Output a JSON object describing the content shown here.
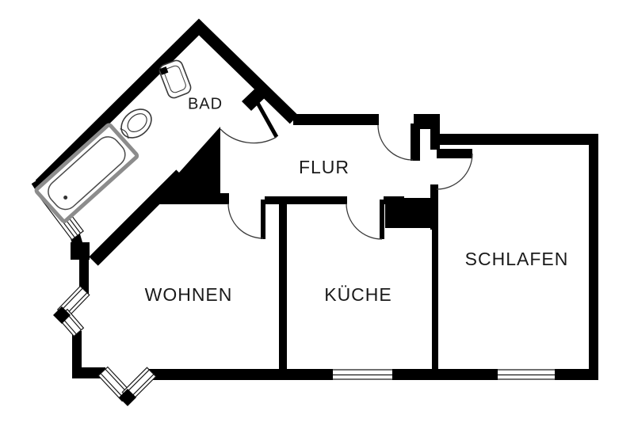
{
  "title": "Apartment floor plan",
  "rooms": [
    {
      "id": "bad",
      "label": "BAD"
    },
    {
      "id": "flur",
      "label": "FLUR"
    },
    {
      "id": "wohnen",
      "label": "WOHNEN"
    },
    {
      "id": "kueche",
      "label": "KÜCHE"
    },
    {
      "id": "schlafen",
      "label": "SCHLAFEN"
    }
  ],
  "fixtures": [
    {
      "id": "bathtub",
      "name": "bathtub"
    },
    {
      "id": "toilet",
      "name": "toilet"
    },
    {
      "id": "sink",
      "name": "sink"
    }
  ],
  "doors": [
    {
      "id": "entrance-door",
      "connects": "outside-flur"
    },
    {
      "id": "bad-door",
      "connects": "flur-bad"
    },
    {
      "id": "wohnen-door",
      "connects": "flur-wohnen"
    },
    {
      "id": "kueche-door",
      "connects": "flur-kueche"
    },
    {
      "id": "schlafen-door",
      "connects": "flur-schlafen"
    }
  ],
  "windows": [
    {
      "id": "bad-window"
    },
    {
      "id": "bay-window-west"
    },
    {
      "id": "bay-window-south"
    },
    {
      "id": "kueche-window"
    },
    {
      "id": "schlafen-window"
    }
  ],
  "colors": {
    "wall": "#000000",
    "background": "#ffffff",
    "tub_outline": "#8c8c8c",
    "door_arc": "#3a3a3a"
  }
}
